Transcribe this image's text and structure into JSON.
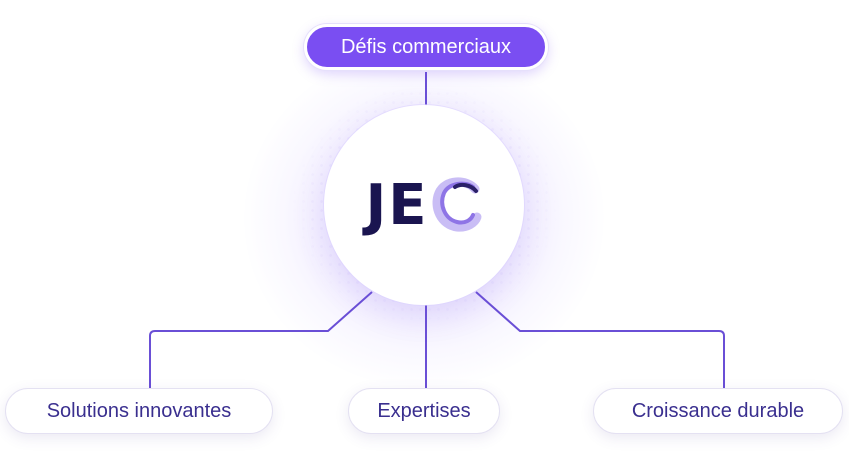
{
  "top_node": {
    "label": "Défis commerciaux"
  },
  "center": {
    "logo_text": "JE"
  },
  "bottom_nodes": [
    {
      "label": "Solutions innovantes"
    },
    {
      "label": "Expertises"
    },
    {
      "label": "Croissance durable"
    }
  ],
  "colors": {
    "accent": "#7a4ef2",
    "connector": "#6a4fd6",
    "text_dark": "#1a1550",
    "text_node": "#3a2f8f"
  }
}
